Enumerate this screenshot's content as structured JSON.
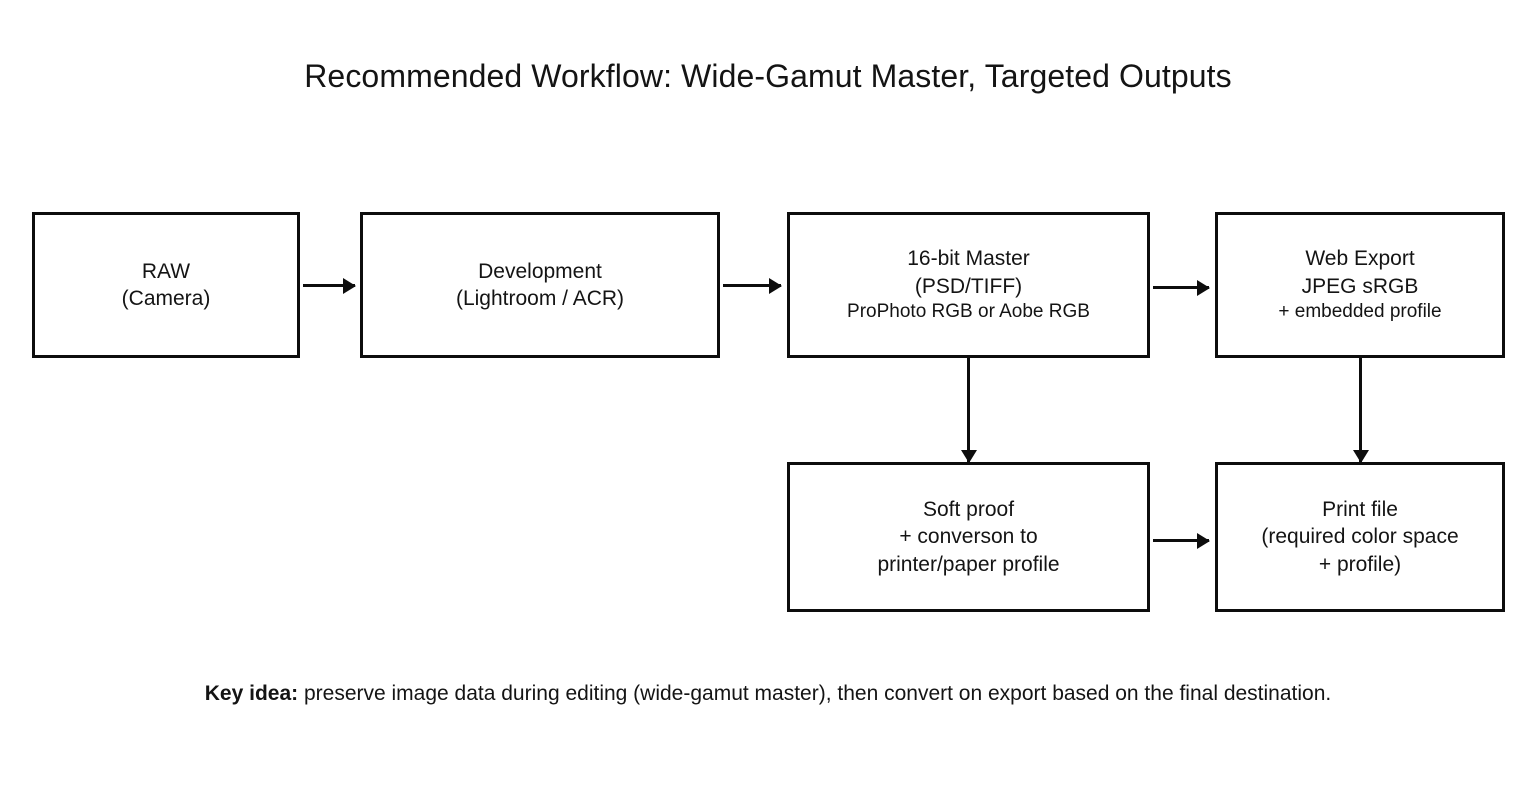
{
  "title": "Recommended Workflow: Wide-Gamut Master, Targeted Outputs",
  "diagram": {
    "type": "flowchart",
    "nodes": [
      {
        "id": "raw",
        "lines": [
          "RAW",
          "(Camera)"
        ]
      },
      {
        "id": "development",
        "lines": [
          "Development",
          "(Lightroom / ACR)"
        ]
      },
      {
        "id": "master",
        "lines": [
          "16-bit Master",
          "(PSD/TIFF)",
          "ProPhoto RGB or Aobe RGB"
        ]
      },
      {
        "id": "web-export",
        "lines": [
          "Web Export",
          "JPEG sRGB",
          "+ embedded profile"
        ]
      },
      {
        "id": "soft-proof",
        "lines": [
          "Soft proof",
          "+ converson to",
          "printer/paper profile"
        ]
      },
      {
        "id": "print-file",
        "lines": [
          "Print file",
          "(required color space",
          "+ profile)"
        ]
      }
    ],
    "edges": [
      {
        "from": "raw",
        "to": "development",
        "direction": "right"
      },
      {
        "from": "development",
        "to": "master",
        "direction": "right"
      },
      {
        "from": "master",
        "to": "web-export",
        "direction": "right"
      },
      {
        "from": "master",
        "to": "soft-proof",
        "direction": "down"
      },
      {
        "from": "web-export",
        "to": "print-file",
        "direction": "down"
      },
      {
        "from": "soft-proof",
        "to": "print-file",
        "direction": "right"
      }
    ]
  },
  "caption": {
    "key_label": "Key idea:",
    "text": " preserve image data during editing (wide-gamut master), then convert on export based on the final destination."
  },
  "colors": {
    "background": "#ffffff",
    "stroke": "#0d0d0d",
    "text": "#141414"
  }
}
